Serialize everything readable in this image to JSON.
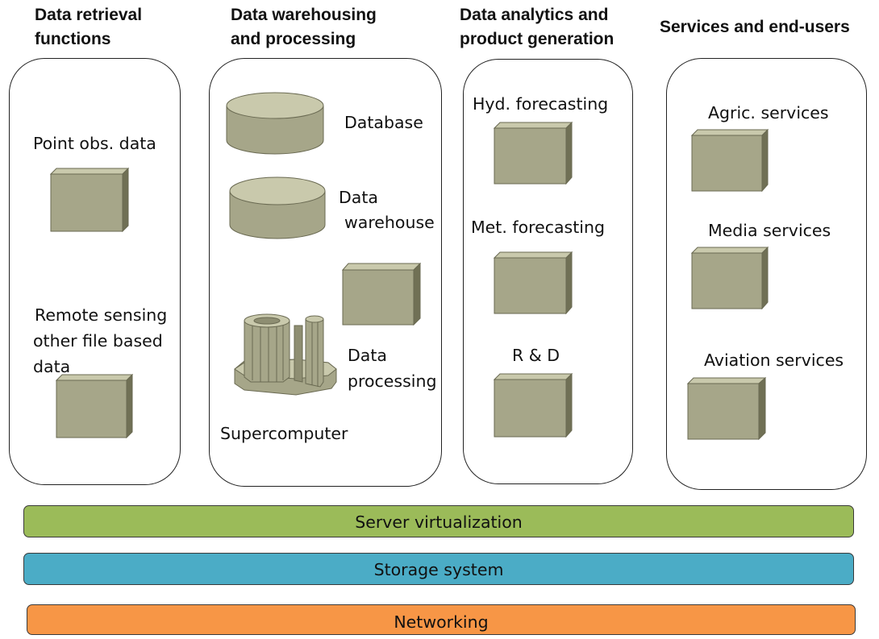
{
  "columns": {
    "retrieval": {
      "header_line1": "Data retrieval",
      "header_line2": "functions",
      "items": [
        "Point obs. data",
        "Remote sensing",
        "other file based",
        "data"
      ]
    },
    "warehousing": {
      "header_line1": "Data warehousing",
      "header_line2": "and processing",
      "database_label": "Database",
      "warehouse_line1": "Data",
      "warehouse_line2": "warehouse",
      "processing_line1": "Data",
      "processing_line2": "processing",
      "supercomputer_label": "Supercomputer"
    },
    "analytics": {
      "header_line1": "Data analytics and",
      "header_line2": "product generation",
      "items": [
        "Hyd. forecasting",
        "Met. forecasting",
        "R & D"
      ]
    },
    "services": {
      "header": "Services and end-users",
      "items": [
        "Agric. services",
        "Media services",
        "Aviation services"
      ]
    }
  },
  "layers": [
    {
      "label": "Server virtualization",
      "color": "#9bbb59"
    },
    {
      "label": "Storage system",
      "color": "#4bacc6"
    },
    {
      "label": "Networking",
      "color": "#f79646"
    }
  ],
  "shape_colors": {
    "front": "#a6a689",
    "top": "#c9c9ac",
    "side": "#707055",
    "stroke": "#6a6a52"
  }
}
